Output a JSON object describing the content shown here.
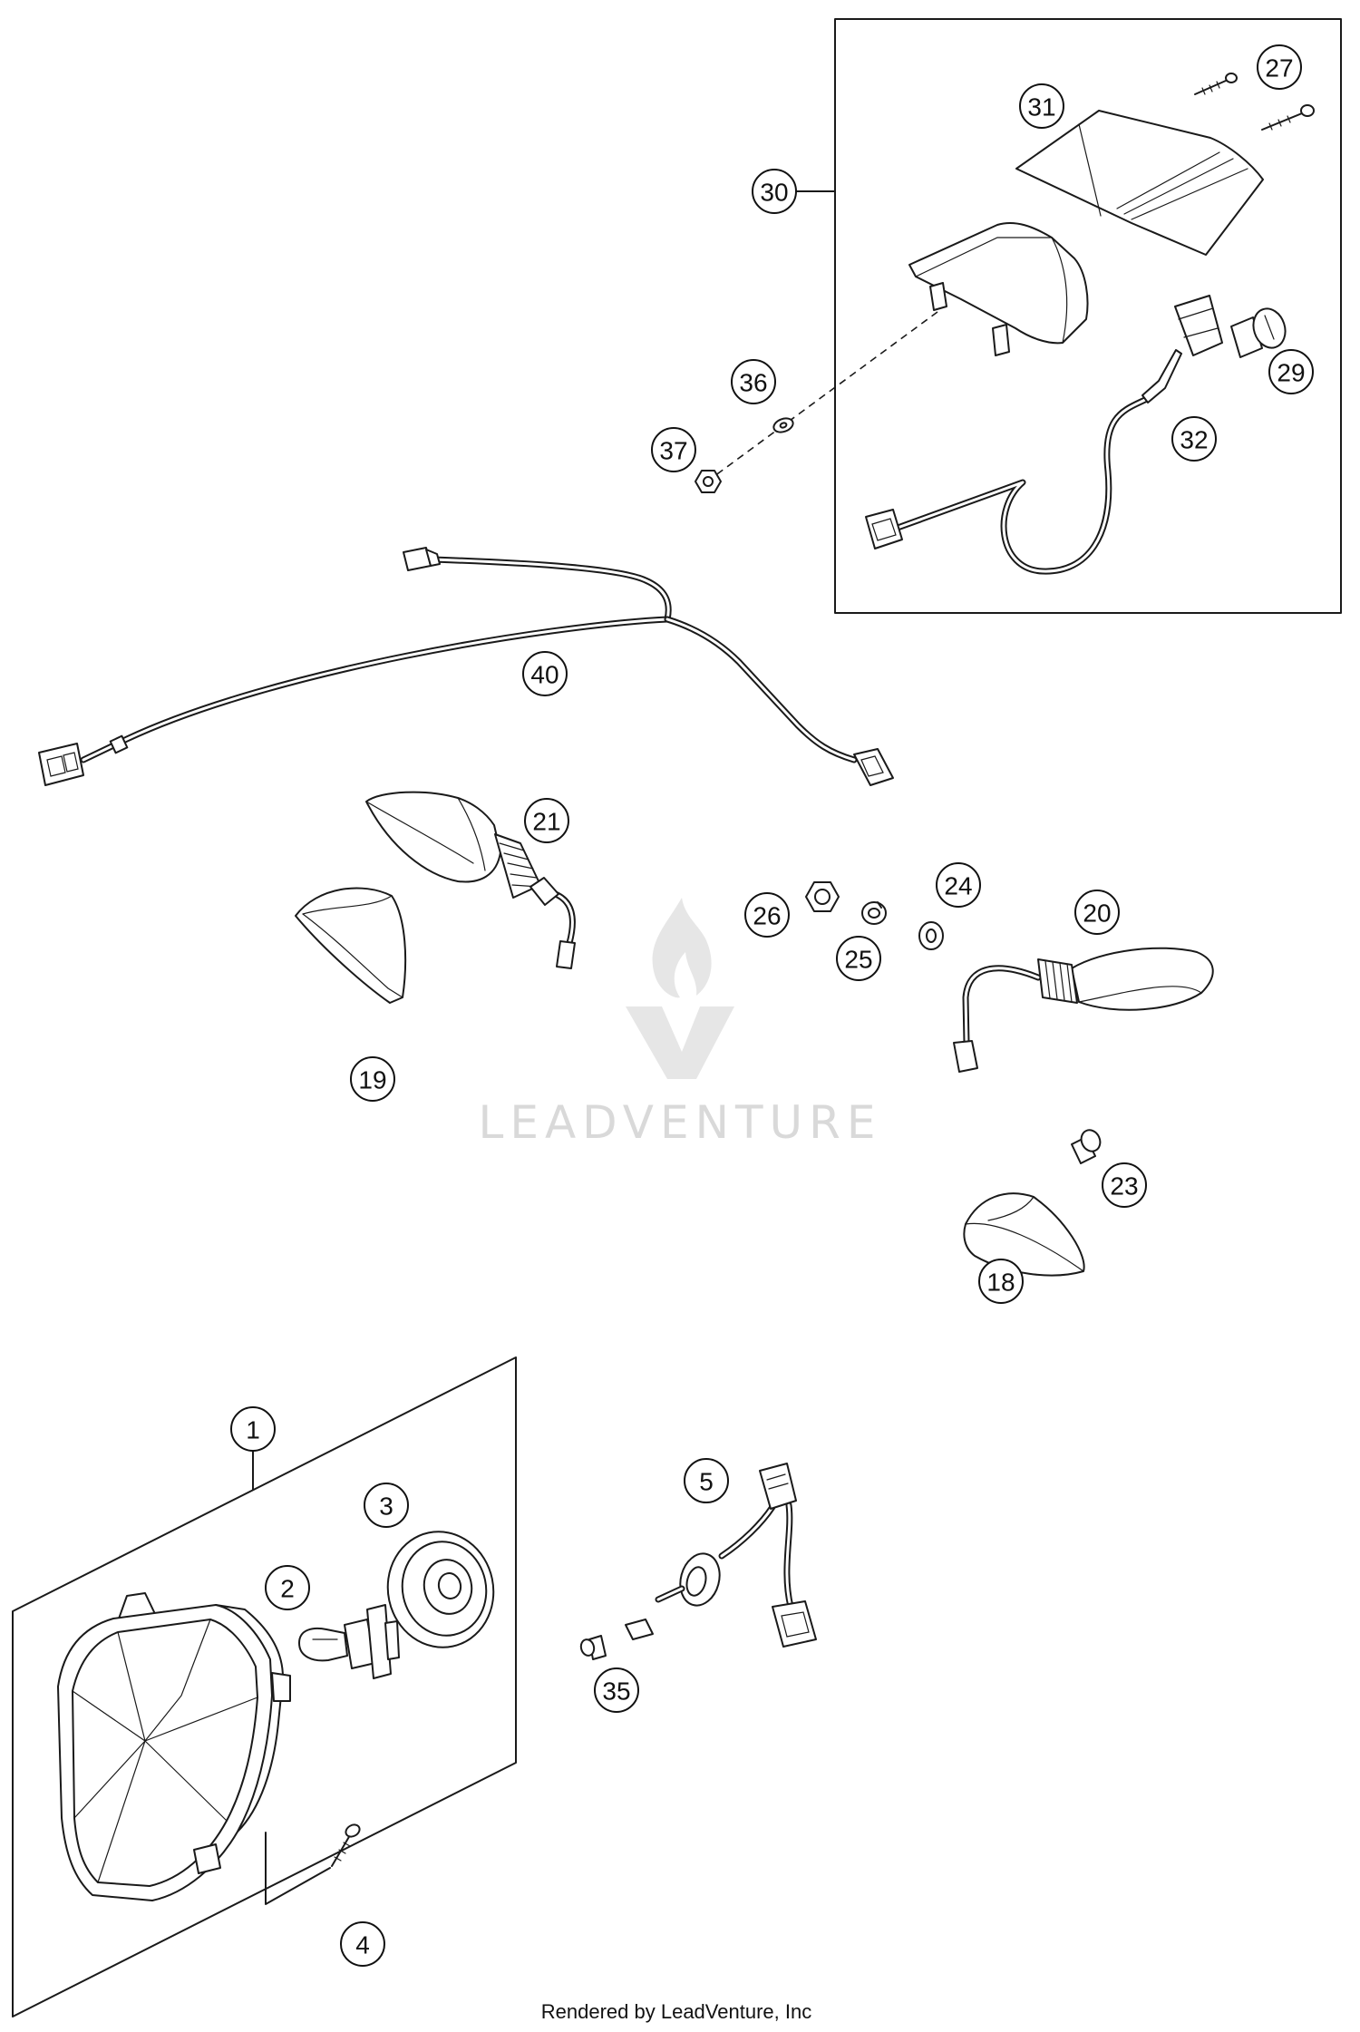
{
  "callouts": {
    "c1": "1",
    "c2": "2",
    "c3": "3",
    "c4": "4",
    "c5": "5",
    "c18": "18",
    "c19": "19",
    "c20": "20",
    "c21": "21",
    "c23": "23",
    "c24": "24",
    "c25": "25",
    "c26": "26",
    "c27": "27",
    "c29": "29",
    "c30": "30",
    "c31": "31",
    "c32": "32",
    "c35": "35",
    "c36": "36",
    "c37": "37",
    "c40": "40"
  },
  "watermark": "LEADVENTURE",
  "footer": "Rendered by LeadVenture, Inc",
  "colors": {
    "line": "#1a1a1a",
    "watermark": "#d9d9d9",
    "background": "#ffffff"
  }
}
